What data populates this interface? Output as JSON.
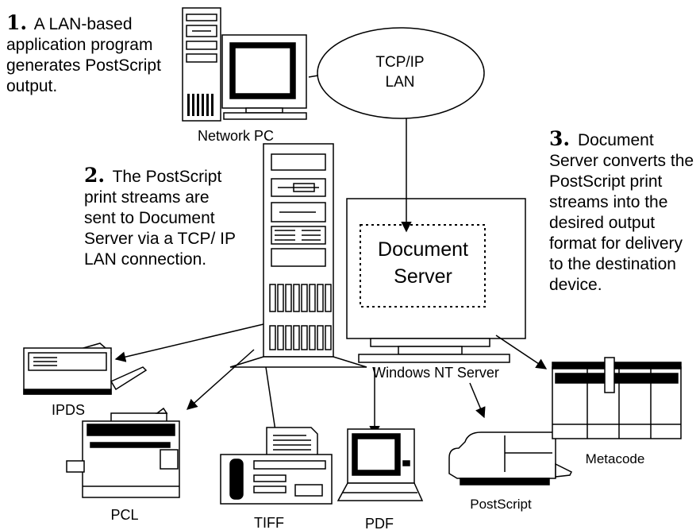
{
  "steps": [
    {
      "number": "1.",
      "text": "A LAN-based application program generates PostScript output."
    },
    {
      "number": "2.",
      "text": "The PostScript print streams are sent to Document Server via a TCP/ IP LAN connection."
    },
    {
      "number": "3.",
      "text": "Document Server converts the PostScript print streams into the desired output format for delivery to the destination device."
    }
  ],
  "labels": {
    "network_pc": "Network PC",
    "lan_line1": "TCP/IP",
    "lan_line2": "LAN",
    "doc_server_line1": "Document",
    "doc_server_line2": "Server",
    "nt_server": "Windows NT Server",
    "ipds": "IPDS",
    "pcl": "PCL",
    "tiff": "TIFF",
    "pdf": "PDF",
    "postscript": "PostScript",
    "metacode": "Metacode"
  }
}
